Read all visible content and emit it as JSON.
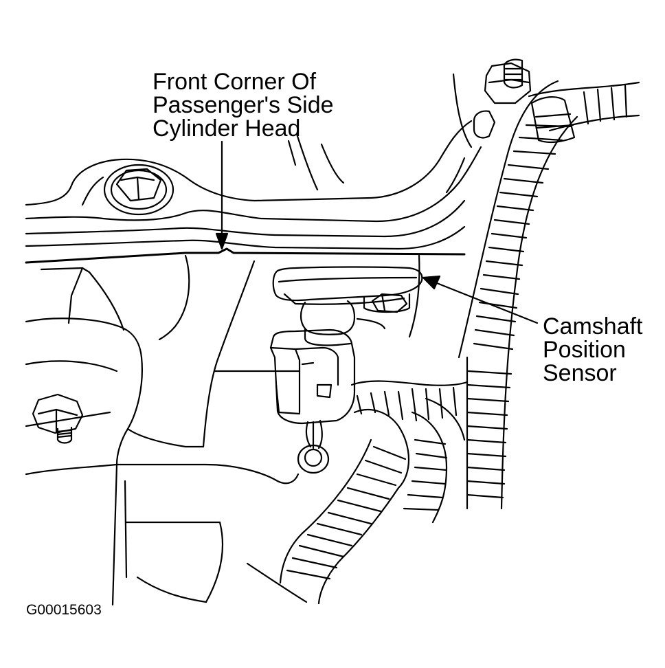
{
  "callouts": {
    "cylinder_head": {
      "lines": [
        "Front Corner Of",
        "Passenger's Side",
        "Cylinder Head"
      ]
    },
    "camshaft_sensor": {
      "lines": [
        "Camshaft",
        "Position",
        "Sensor"
      ]
    }
  },
  "figure_id": "G00015603",
  "colors": {
    "line": "#000000",
    "background": "#ffffff"
  }
}
